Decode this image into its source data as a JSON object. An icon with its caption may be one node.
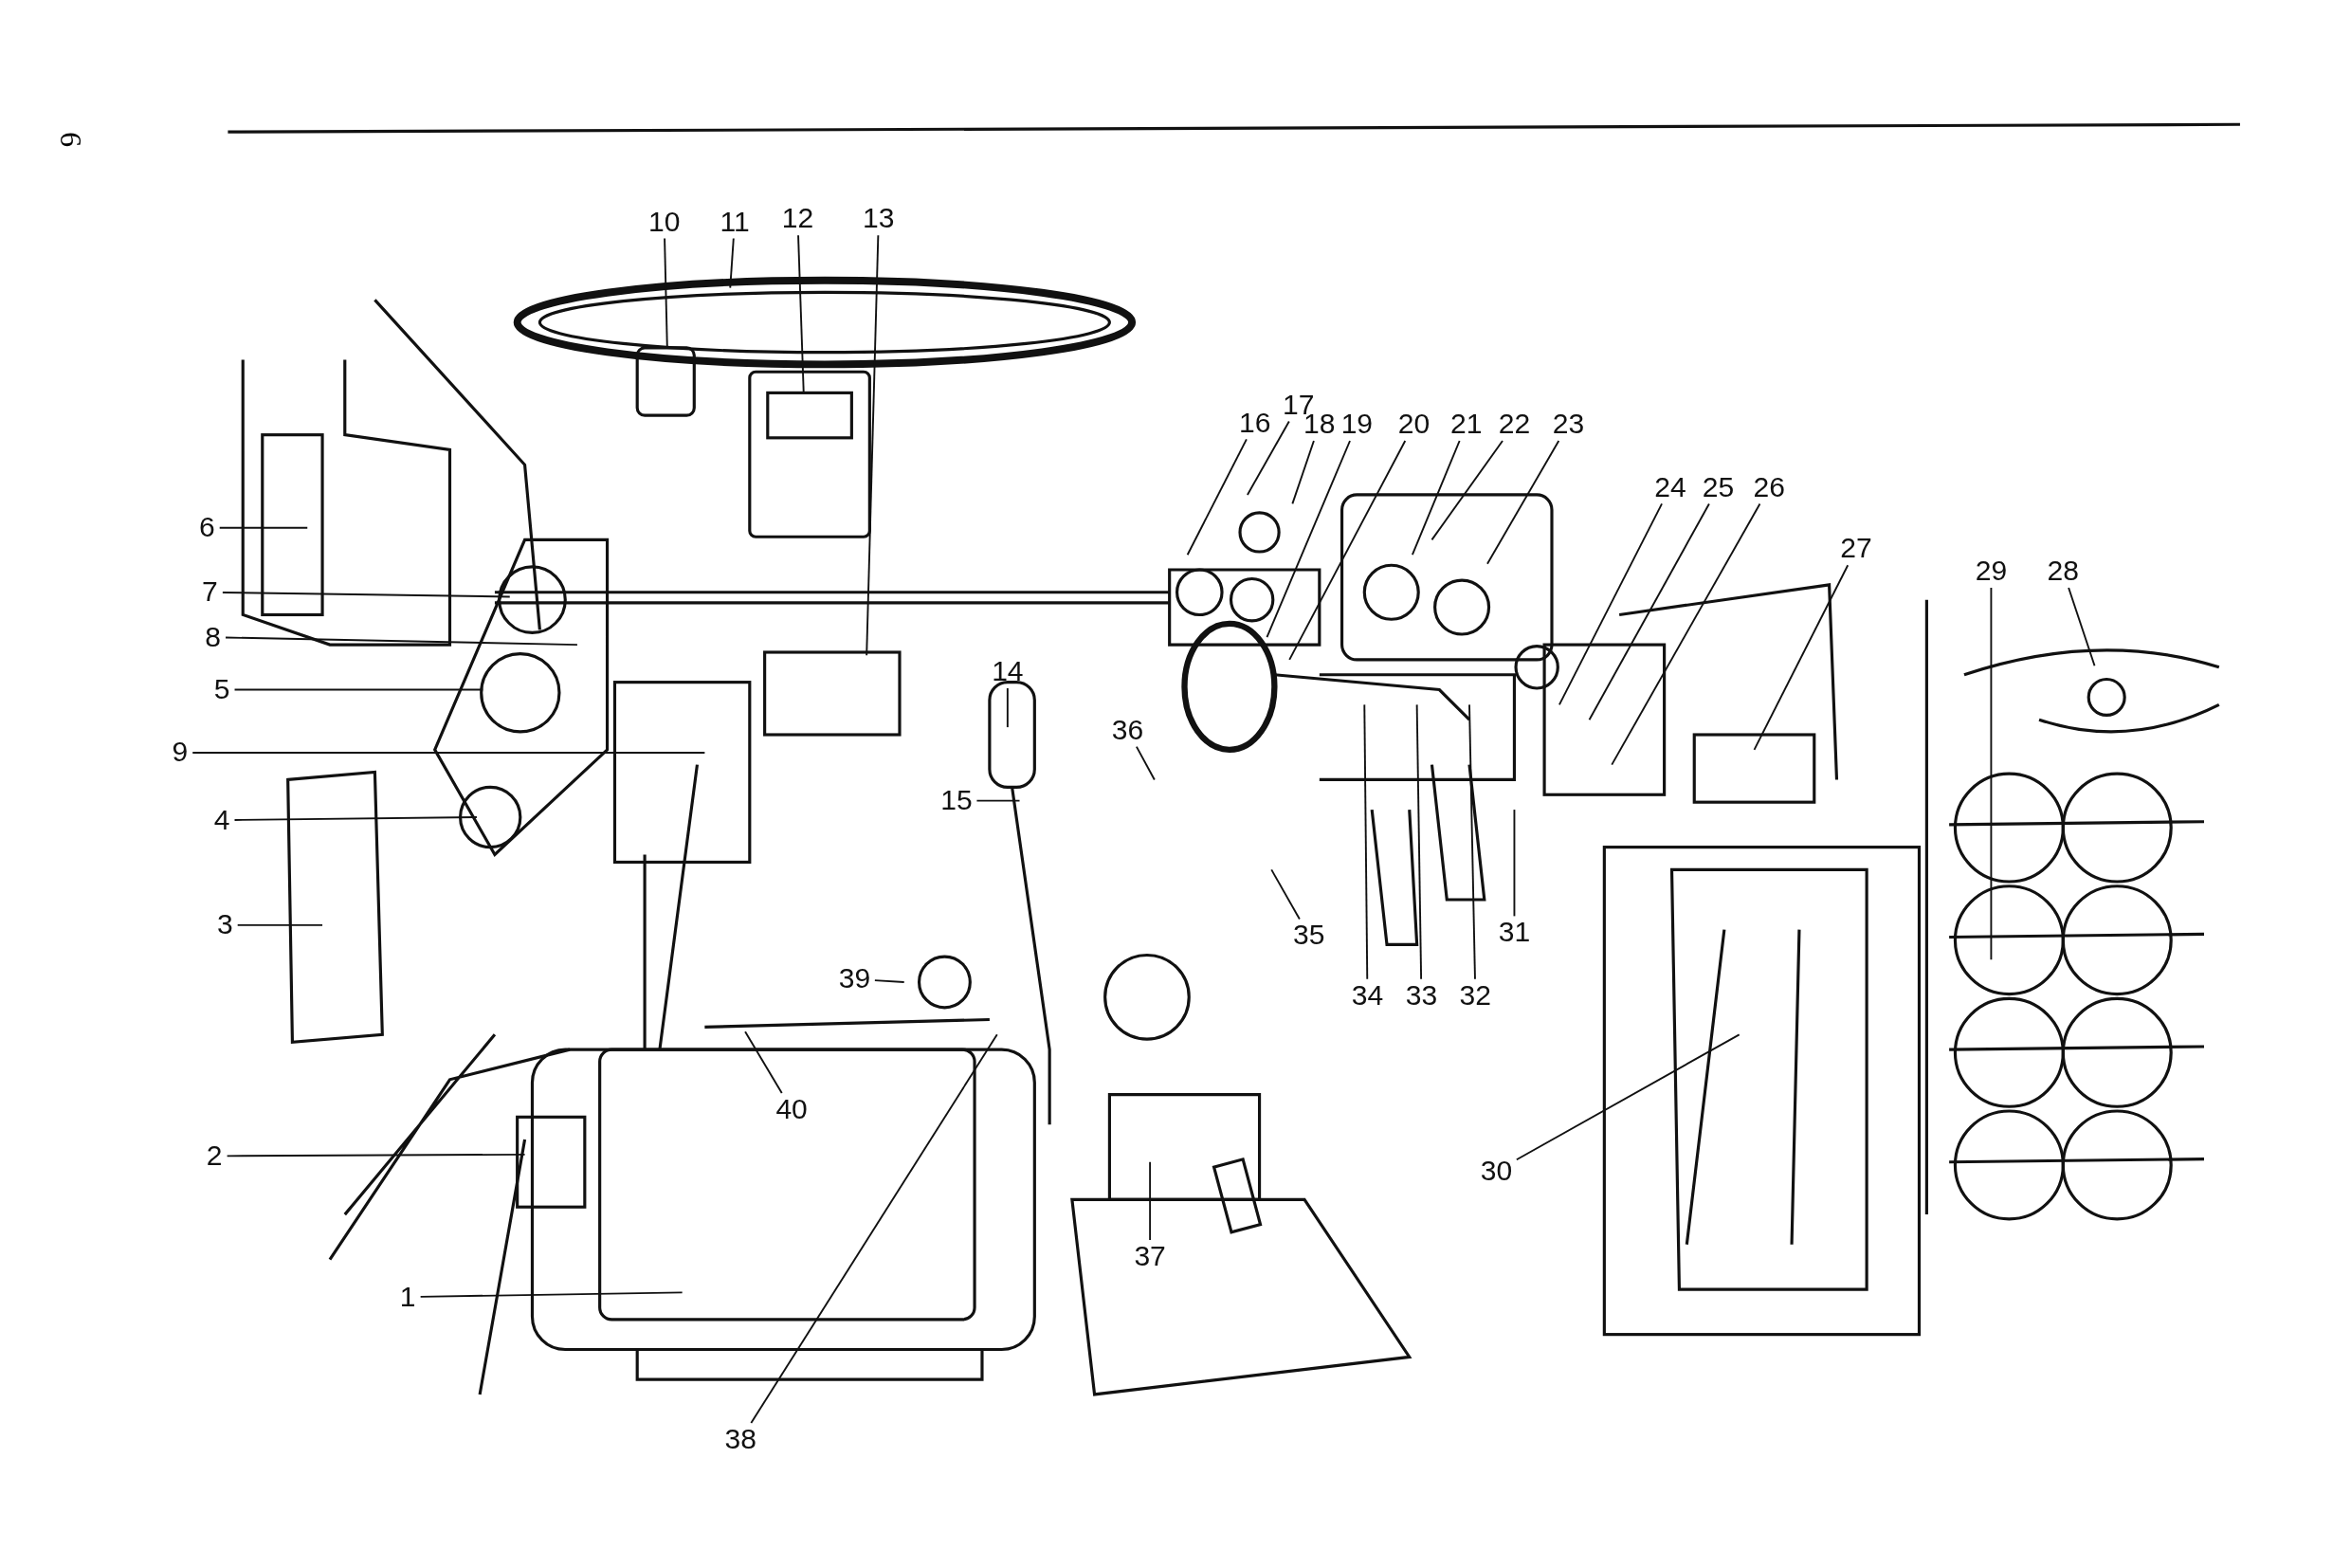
{
  "diagram": {
    "nodes": [
      {
        "text": [
          "1"
        ]
      },
      {
        "text": [
          "2"
        ]
      },
      {
        "text": [
          "3"
        ]
      },
      {
        "text": [
          "4"
        ]
      },
      {
        "text": [
          "5"
        ]
      },
      {
        "text": [
          "6"
        ]
      },
      {
        "text": [
          "7"
        ]
      },
      {
        "text": [
          "8"
        ]
      },
      {
        "text": [
          "9"
        ]
      },
      {
        "text": [
          "10"
        ]
      },
      {
        "text": [
          "11"
        ]
      },
      {
        "text": [
          "12"
        ]
      },
      {
        "text": [
          "13"
        ]
      },
      {
        "text": [
          "14"
        ]
      },
      {
        "text": [
          "15"
        ]
      },
      {
        "text": [
          "16"
        ]
      },
      {
        "text": [
          "17"
        ]
      },
      {
        "text": [
          "18"
        ]
      },
      {
        "text": [
          "19"
        ]
      },
      {
        "text": [
          "20"
        ]
      },
      {
        "text": [
          "21"
        ]
      },
      {
        "text": [
          "22"
        ]
      },
      {
        "text": [
          "23"
        ]
      },
      {
        "text": [
          "24"
        ]
      },
      {
        "text": [
          "25"
        ]
      },
      {
        "text": [
          "26"
        ]
      },
      {
        "text": [
          "27"
        ]
      },
      {
        "text": [
          "28"
        ]
      },
      {
        "text": [
          "29"
        ]
      },
      {
        "text": [
          "30"
        ]
      },
      {
        "text": [
          "31"
        ]
      },
      {
        "text": [
          "32"
        ]
      },
      {
        "text": [
          "33"
        ]
      },
      {
        "text": [
          "34"
        ]
      },
      {
        "text": [
          "35"
        ]
      },
      {
        "text": [
          "36"
        ]
      },
      {
        "text": [
          "37"
        ]
      },
      {
        "text": [
          "38"
        ]
      },
      {
        "text": [
          "39"
        ]
      },
      {
        "text": [
          "40"
        ]
      }
    ],
    "edges": [
      {
        "from": 0,
        "to": null,
        "arrow": "none"
      },
      {
        "from": 1,
        "to": null,
        "arrow": "none"
      },
      {
        "from": 2,
        "to": null,
        "arrow": "none"
      },
      {
        "from": 3,
        "to": null,
        "arrow": "none"
      },
      {
        "from": 4,
        "to": null,
        "arrow": "none"
      },
      {
        "from": 5,
        "to": null,
        "arrow": "none"
      },
      {
        "from": 6,
        "to": null,
        "arrow": "none"
      },
      {
        "from": 7,
        "to": null,
        "arrow": "none"
      },
      {
        "from": 8,
        "to": null,
        "arrow": "none"
      },
      {
        "from": 9,
        "to": null,
        "arrow": "none"
      },
      {
        "from": 10,
        "to": null,
        "arrow": "none"
      },
      {
        "from": 11,
        "to": null,
        "arrow": "none"
      },
      {
        "from": 12,
        "to": null,
        "arrow": "none"
      },
      {
        "from": 13,
        "to": null,
        "arrow": "none"
      },
      {
        "from": 14,
        "to": null,
        "arrow": "none"
      },
      {
        "from": 15,
        "to": null,
        "arrow": "none"
      },
      {
        "from": 16,
        "to": null,
        "arrow": "none"
      },
      {
        "from": 17,
        "to": null,
        "arrow": "none"
      },
      {
        "from": 18,
        "to": null,
        "arrow": "none"
      },
      {
        "from": 19,
        "to": null,
        "arrow": "none"
      },
      {
        "from": 20,
        "to": null,
        "arrow": "none"
      },
      {
        "from": 21,
        "to": null,
        "arrow": "none"
      },
      {
        "from": 22,
        "to": null,
        "arrow": "none"
      },
      {
        "from": 23,
        "to": null,
        "arrow": "none"
      },
      {
        "from": 24,
        "to": null,
        "arrow": "none"
      },
      {
        "from": 25,
        "to": null,
        "arrow": "none"
      },
      {
        "from": 26,
        "to": null,
        "arrow": "none"
      },
      {
        "from": 27,
        "to": null,
        "arrow": "none"
      },
      {
        "from": 28,
        "to": null,
        "arrow": "none"
      },
      {
        "from": 29,
        "to": null,
        "arrow": "none"
      },
      {
        "from": 30,
        "to": null,
        "arrow": "none"
      },
      {
        "from": 31,
        "to": null,
        "arrow": "none"
      },
      {
        "from": 32,
        "to": null,
        "arrow": "none"
      },
      {
        "from": 33,
        "to": null,
        "arrow": "none"
      },
      {
        "from": 34,
        "to": null,
        "arrow": "none"
      },
      {
        "from": 35,
        "to": null,
        "arrow": "none"
      },
      {
        "from": 36,
        "to": null,
        "arrow": "none"
      },
      {
        "from": 37,
        "to": null,
        "arrow": "none"
      },
      {
        "from": 38,
        "to": null,
        "arrow": "none"
      },
      {
        "from": 39,
        "to": null,
        "arrow": "none"
      }
    ],
    "labels": [
      "6"
    ]
  }
}
